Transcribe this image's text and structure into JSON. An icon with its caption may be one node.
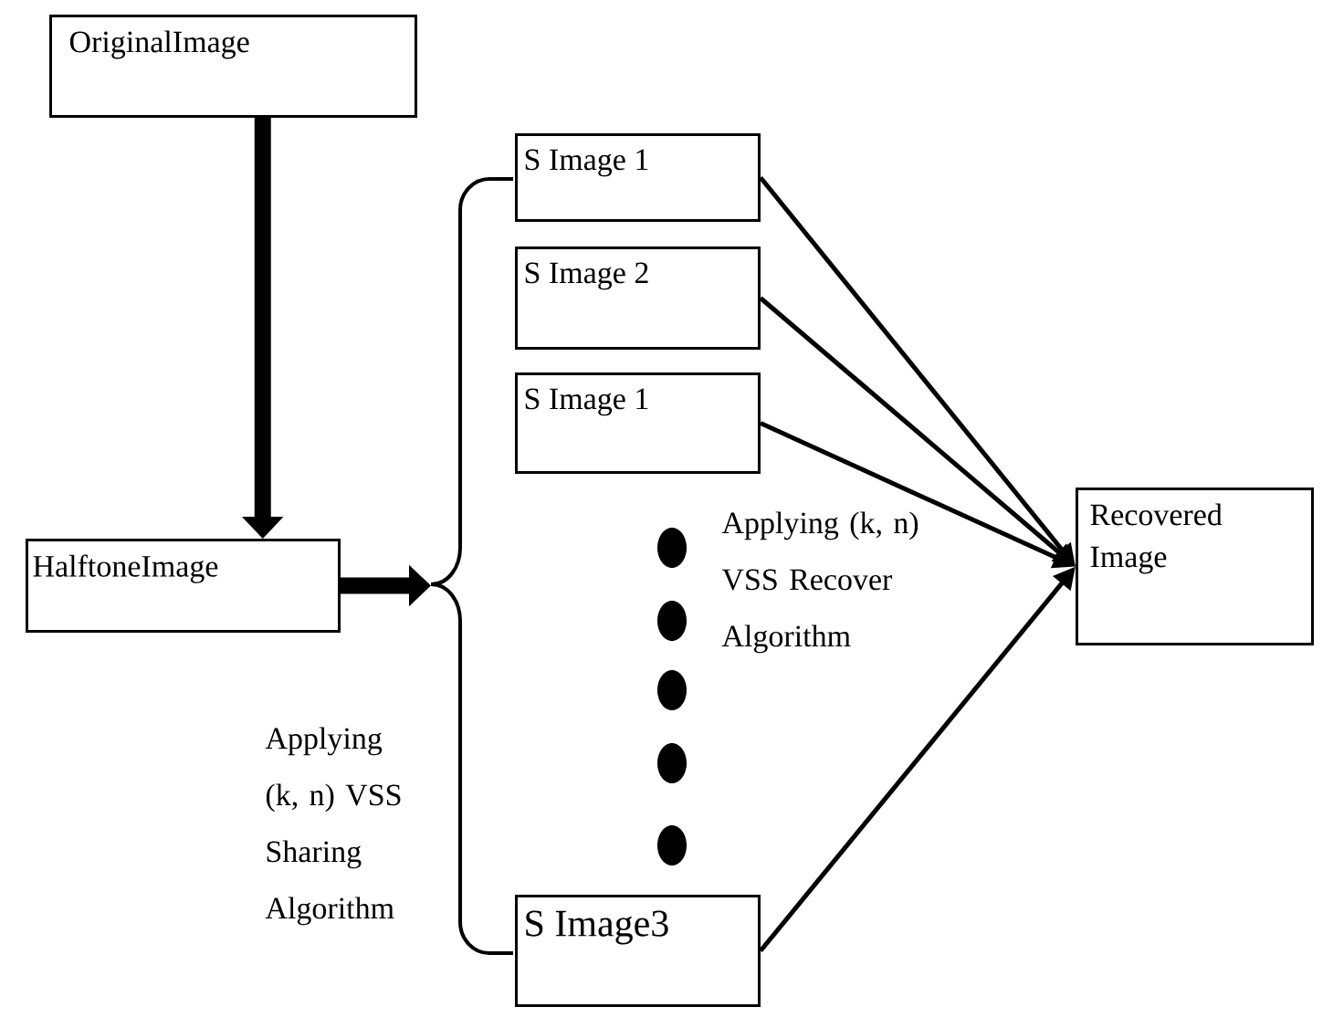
{
  "diagram": {
    "nodes": [
      {
        "text": [
          "OriginalImage"
        ]
      },
      {
        "text": [
          "HalftoneImage"
        ]
      },
      {
        "text": [
          "S Image 1"
        ]
      },
      {
        "text": [
          "S Image 2"
        ]
      },
      {
        "text": [
          "S Image 1"
        ]
      },
      {
        "text": [
          "Recovered Image"
        ]
      },
      {
        "text": [
          "S Image3"
        ]
      },
      {
        "text": [],
        "shape": "brace"
      }
    ],
    "edges": [
      {
        "from": 0,
        "to": 1,
        "arrow": "to",
        "style": "thick"
      },
      {
        "from": 1,
        "to": 7,
        "arrow": "to",
        "style": "thick"
      },
      {
        "from": 2,
        "to": 5,
        "arrow": "to"
      },
      {
        "from": 3,
        "to": 5,
        "arrow": "to"
      },
      {
        "from": 4,
        "to": 5,
        "arrow": "to"
      },
      {
        "from": 6,
        "to": 5,
        "arrow": "to"
      }
    ],
    "labels": [
      "Applying (k, n) VSS Recover Algorithm",
      "Applying (k, n) VSS Sharing Algorithm"
    ]
  }
}
